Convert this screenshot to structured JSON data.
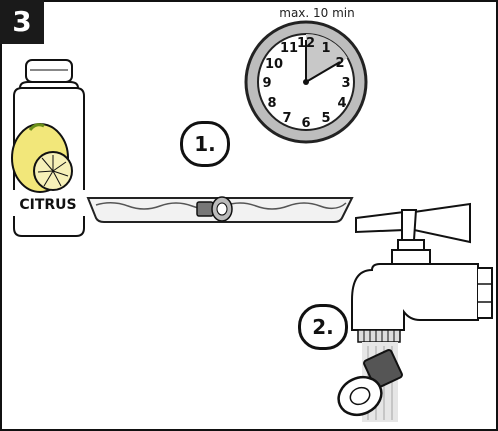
{
  "step": {
    "number": "3"
  },
  "clock": {
    "caption": "max. 10 min",
    "numerals": [
      "12",
      "1",
      "2",
      "3",
      "4",
      "5",
      "6",
      "7",
      "8",
      "9",
      "10",
      "11"
    ]
  },
  "bottle": {
    "label": "CITRUS"
  },
  "markers": {
    "first": "1.",
    "second": "2."
  },
  "icons": [
    "citrus-bottle-icon",
    "lemon-icon",
    "clock-icon",
    "soaking-tray-icon",
    "aerator-icon",
    "faucet-icon",
    "water-stream-icon"
  ]
}
